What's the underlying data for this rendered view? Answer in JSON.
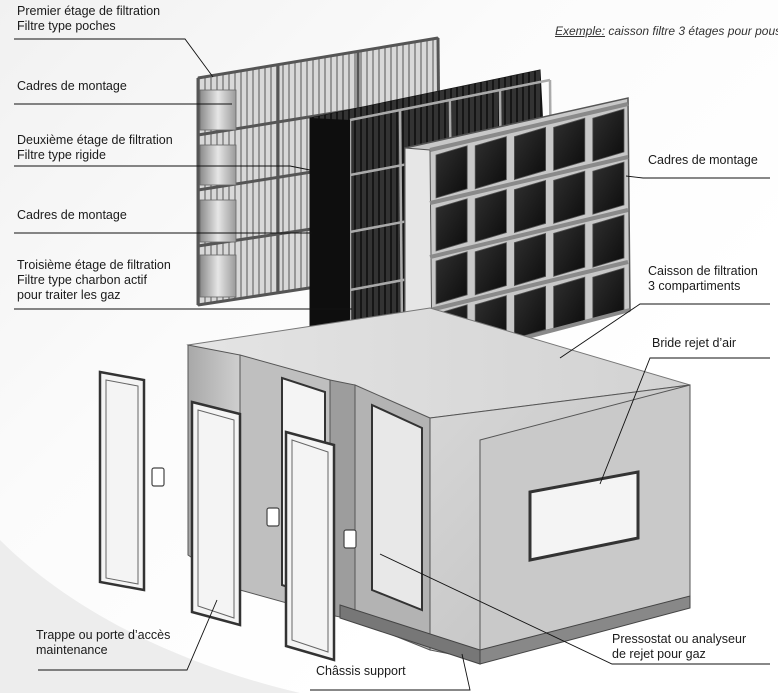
{
  "example": {
    "prefix": "Exemple:",
    "line1": " caisson filtre 3 étages",
    "line2": "pour poussière et gaz"
  },
  "labels": {
    "stage1": {
      "line1": "Premier étage de filtration",
      "line2": "Filtre type poches"
    },
    "frames_1": "Cadres de montage",
    "stage2": {
      "line1": "Deuxième étage de filtration",
      "line2": "Filtre type rigide"
    },
    "frames_2": "Cadres de montage",
    "stage3": {
      "line1": "Troisième étage de filtration",
      "line2": "Filtre type charbon actif",
      "line3": "pour  traiter les gaz"
    },
    "frames_right": "Cadres de montage",
    "housing": {
      "line1": "Caisson  de filtration",
      "line2": "3 compartiments"
    },
    "flange": "Bride rejet d’air",
    "door": {
      "line1": "Trappe ou porte d’accès",
      "line2": "maintenance"
    },
    "chassis": "Châssis support",
    "pressostat": {
      "line1": "Pressostat ou analyseur",
      "line2": "de rejet pour gaz"
    }
  }
}
